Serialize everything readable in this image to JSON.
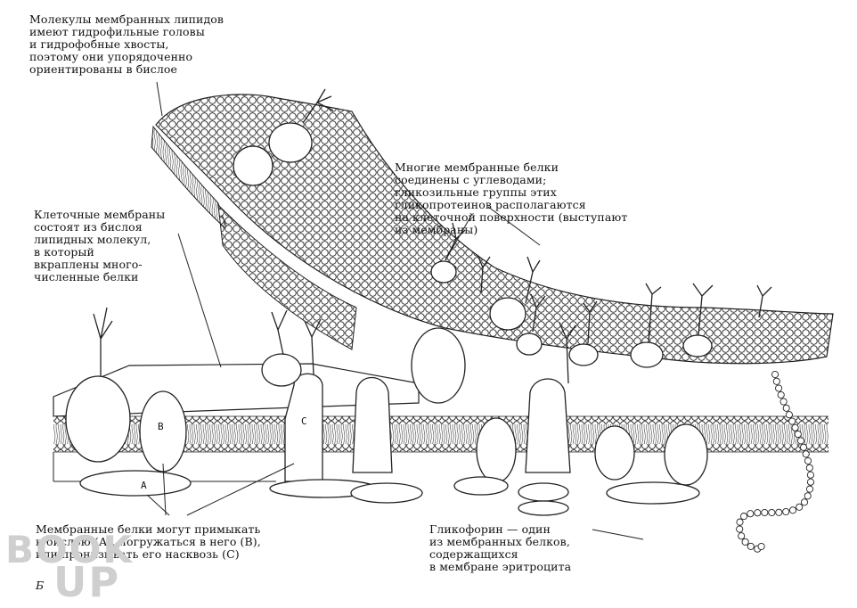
{
  "annotations": {
    "lipids": "Молекулы мембранных липидов\nимеют гидрофильные головы\nи гидрофобные хвосты,\nпоэтому они упорядоченно\nориентированы в бислое",
    "membranes": "Клеточные мембраны\nсостоят из бислоя\nлипидных молекул,\nв который\nвкраплены много-\nчисленные белки",
    "glycoproteins": "Многие мембранные белки\nсоединены с углеводами;\nгликозильные группы этих\nгликопротеинов располагаются\nна клеточной поверхности (выступают\nиз мембраны)",
    "proteins_abc": "Мембранные белки могут примыкать\nк бислою (А), погружаться в него (В),\nили пронизывать его насквозь (С)",
    "glycophorin": "Гликофорин — один\nиз мембранных белков,\nсодержащихся\nв мембране эритроцита"
  },
  "protein_labels": {
    "a": "А",
    "b": "В",
    "c": "С"
  },
  "panel_letter": "Б",
  "watermark": {
    "top": "BOOK",
    "bottom": "UP"
  }
}
